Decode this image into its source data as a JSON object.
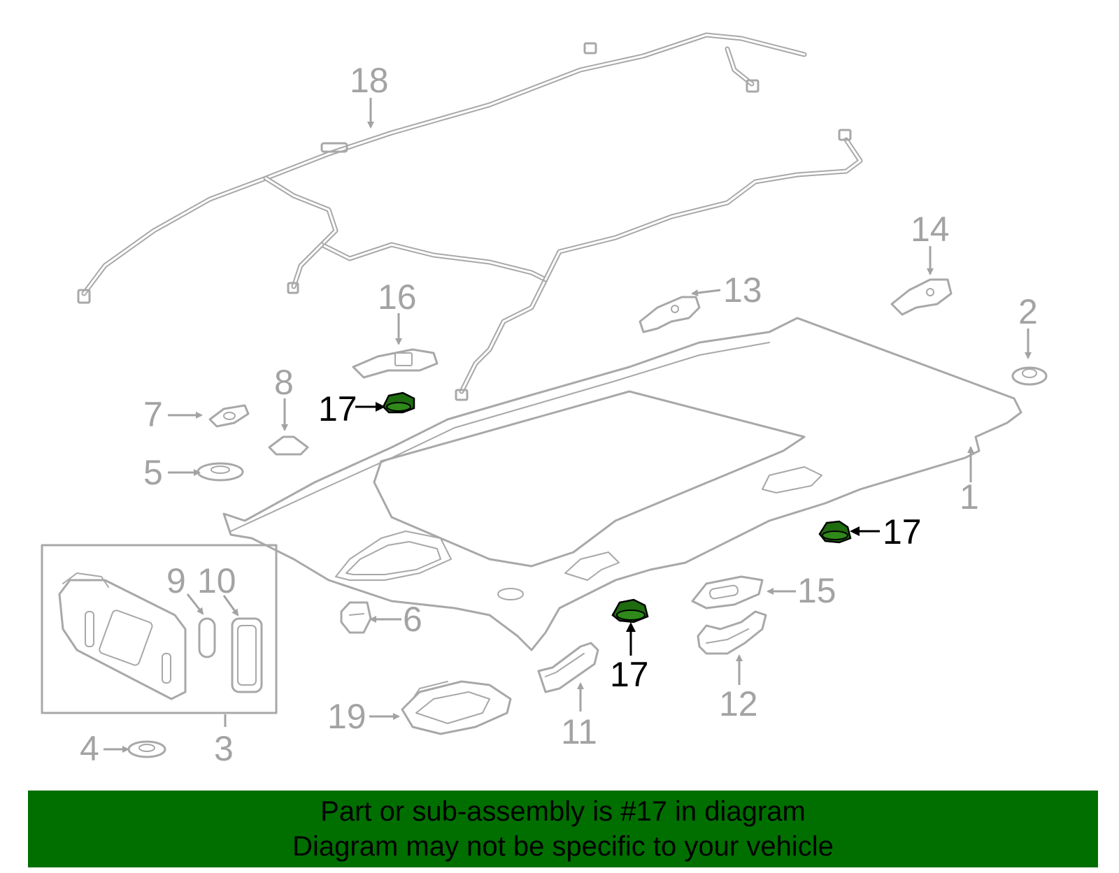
{
  "callouts": {
    "c1": "1",
    "c2": "2",
    "c3": "3",
    "c4": "4",
    "c5": "5",
    "c6": "6",
    "c7": "7",
    "c8": "8",
    "c9": "9",
    "c10": "10",
    "c11": "11",
    "c12": "12",
    "c13": "13",
    "c14": "14",
    "c15": "15",
    "c16": "16",
    "c17": "17",
    "c18": "18",
    "c19": "19"
  },
  "highlight": {
    "part_number": "17",
    "color": "#1f6b10"
  },
  "banner": {
    "line1": "Part or sub-assembly is #17 in diagram",
    "line2": "Diagram may not be specific to your vehicle",
    "background": "#006f00"
  },
  "colors": {
    "part_outline": "#a8a8a8",
    "label_grey": "#a3a3a3",
    "label_highlight": "#000000"
  }
}
